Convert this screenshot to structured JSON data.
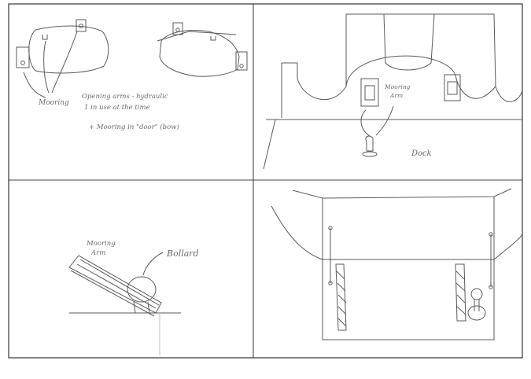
{
  "panels": [
    {
      "id": "top-left",
      "labels": {
        "mooring": "Mooring",
        "note_line1": "Opening arms - hydraulic",
        "note_line2": "1 in use at the time",
        "note_line3": "+ Mooring in \"door\" (bow)"
      }
    },
    {
      "id": "top-right",
      "labels": {
        "mooring_arm_line1": "Mooring",
        "mooring_arm_line2": "Arm",
        "dock": "Dock"
      }
    },
    {
      "id": "bottom-left",
      "labels": {
        "mooring_arm_line1": "Mooring",
        "mooring_arm_line2": "Arm",
        "bollard": "Bollard"
      }
    },
    {
      "id": "bottom-right",
      "labels": {}
    }
  ],
  "colors": {
    "paper": "#ffffff",
    "pencil": "#5a5a5a",
    "frame": "#333333"
  }
}
